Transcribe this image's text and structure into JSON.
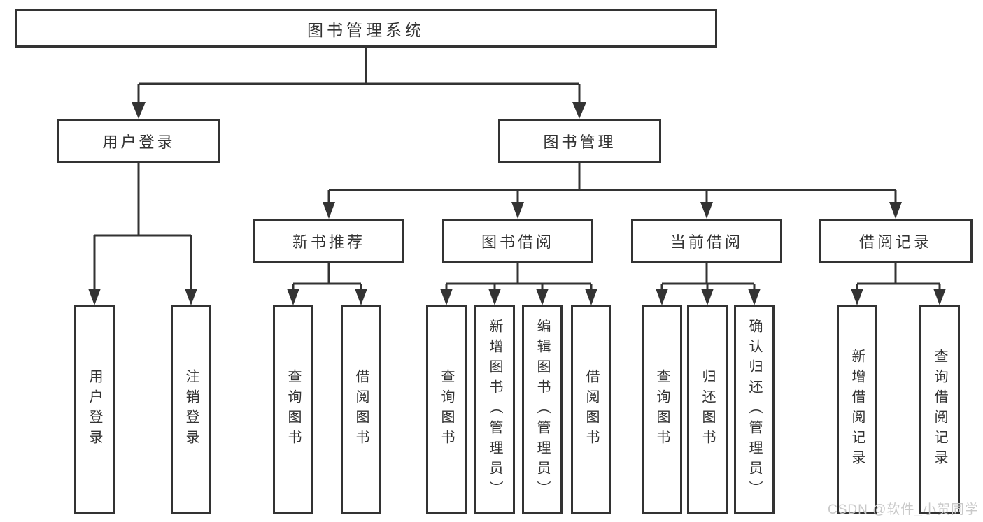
{
  "colors": {
    "background": "#ffffff",
    "line": "#333333",
    "box_border": "#333333",
    "box_fill": "#ffffff",
    "text": "#333333",
    "watermark": "#c9c9c9"
  },
  "watermark": {
    "text": "CSDN @软件_小贺同学"
  },
  "tree": {
    "root": {
      "label": "图书管理系统"
    },
    "level2": [
      {
        "label": "用户登录"
      },
      {
        "label": "图书管理"
      }
    ],
    "level3": [
      {
        "label": "新书推荐",
        "parent": "图书管理"
      },
      {
        "label": "图书借阅",
        "parent": "图书管理"
      },
      {
        "label": "当前借阅",
        "parent": "图书管理"
      },
      {
        "label": "借阅记录",
        "parent": "图书管理"
      }
    ],
    "leaves": [
      {
        "label": "用户登录",
        "parent": "用户登录"
      },
      {
        "label": "注销登录",
        "parent": "用户登录"
      },
      {
        "label": "查询图书",
        "parent": "新书推荐"
      },
      {
        "label": "借阅图书",
        "parent": "新书推荐"
      },
      {
        "label": "查询图书",
        "parent": "图书借阅"
      },
      {
        "label": "新增图书（管理员）",
        "parent": "图书借阅"
      },
      {
        "label": "编辑图书（管理员）",
        "parent": "图书借阅"
      },
      {
        "label": "借阅图书",
        "parent": "图书借阅"
      },
      {
        "label": "查询图书",
        "parent": "当前借阅"
      },
      {
        "label": "归还图书",
        "parent": "当前借阅"
      },
      {
        "label": "确认归还（管理员）",
        "parent": "当前借阅"
      },
      {
        "label": "新增借阅记录",
        "parent": "借阅记录"
      },
      {
        "label": "查询借阅记录",
        "parent": "借阅记录"
      }
    ]
  }
}
